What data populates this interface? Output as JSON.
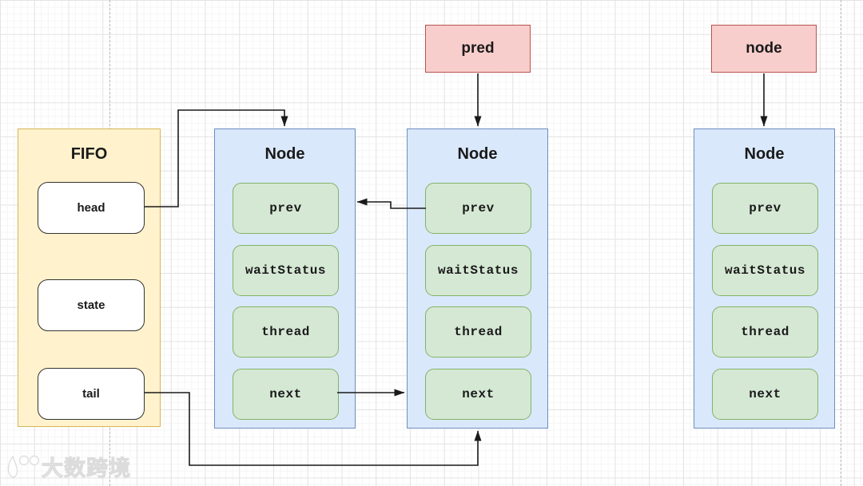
{
  "diagram": {
    "pointers": [
      {
        "label": "pred"
      },
      {
        "label": "node"
      }
    ],
    "fifo": {
      "title": "FIFO",
      "fields": [
        "head",
        "state",
        "tail"
      ]
    },
    "nodes": [
      {
        "title": "Node",
        "fields": [
          "prev",
          "waitStatus",
          "thread",
          "next"
        ]
      },
      {
        "title": "Node",
        "fields": [
          "prev",
          "waitStatus",
          "thread",
          "next"
        ]
      },
      {
        "title": "Node",
        "fields": [
          "prev",
          "waitStatus",
          "thread",
          "next"
        ]
      }
    ],
    "edges": [
      {
        "name": "pred-to-node2",
        "description": "pred points down to middle Node"
      },
      {
        "name": "node-to-node3",
        "description": "node points down to right Node"
      },
      {
        "name": "head-to-node1",
        "description": "head points to top of first Node"
      },
      {
        "name": "node2-prev-to-node1",
        "description": "middle Node prev points left to first Node"
      },
      {
        "name": "node1-next-to-node2",
        "description": "first Node next points right to middle Node"
      },
      {
        "name": "tail-to-node2-bottom",
        "description": "tail points to bottom of middle Node"
      }
    ],
    "colors": {
      "pointer_fill": "#f8cecc",
      "pointer_stroke": "#b85450",
      "fifo_fill": "#fff2cc",
      "fifo_stroke": "#d6b656",
      "node_fill": "#dae8fc",
      "node_stroke": "#6c8ebf",
      "field_fill": "#d5e8d4",
      "field_stroke": "#82b366",
      "arrow": "#1a1a1a"
    },
    "watermark": {
      "text": "大数跨境"
    }
  }
}
